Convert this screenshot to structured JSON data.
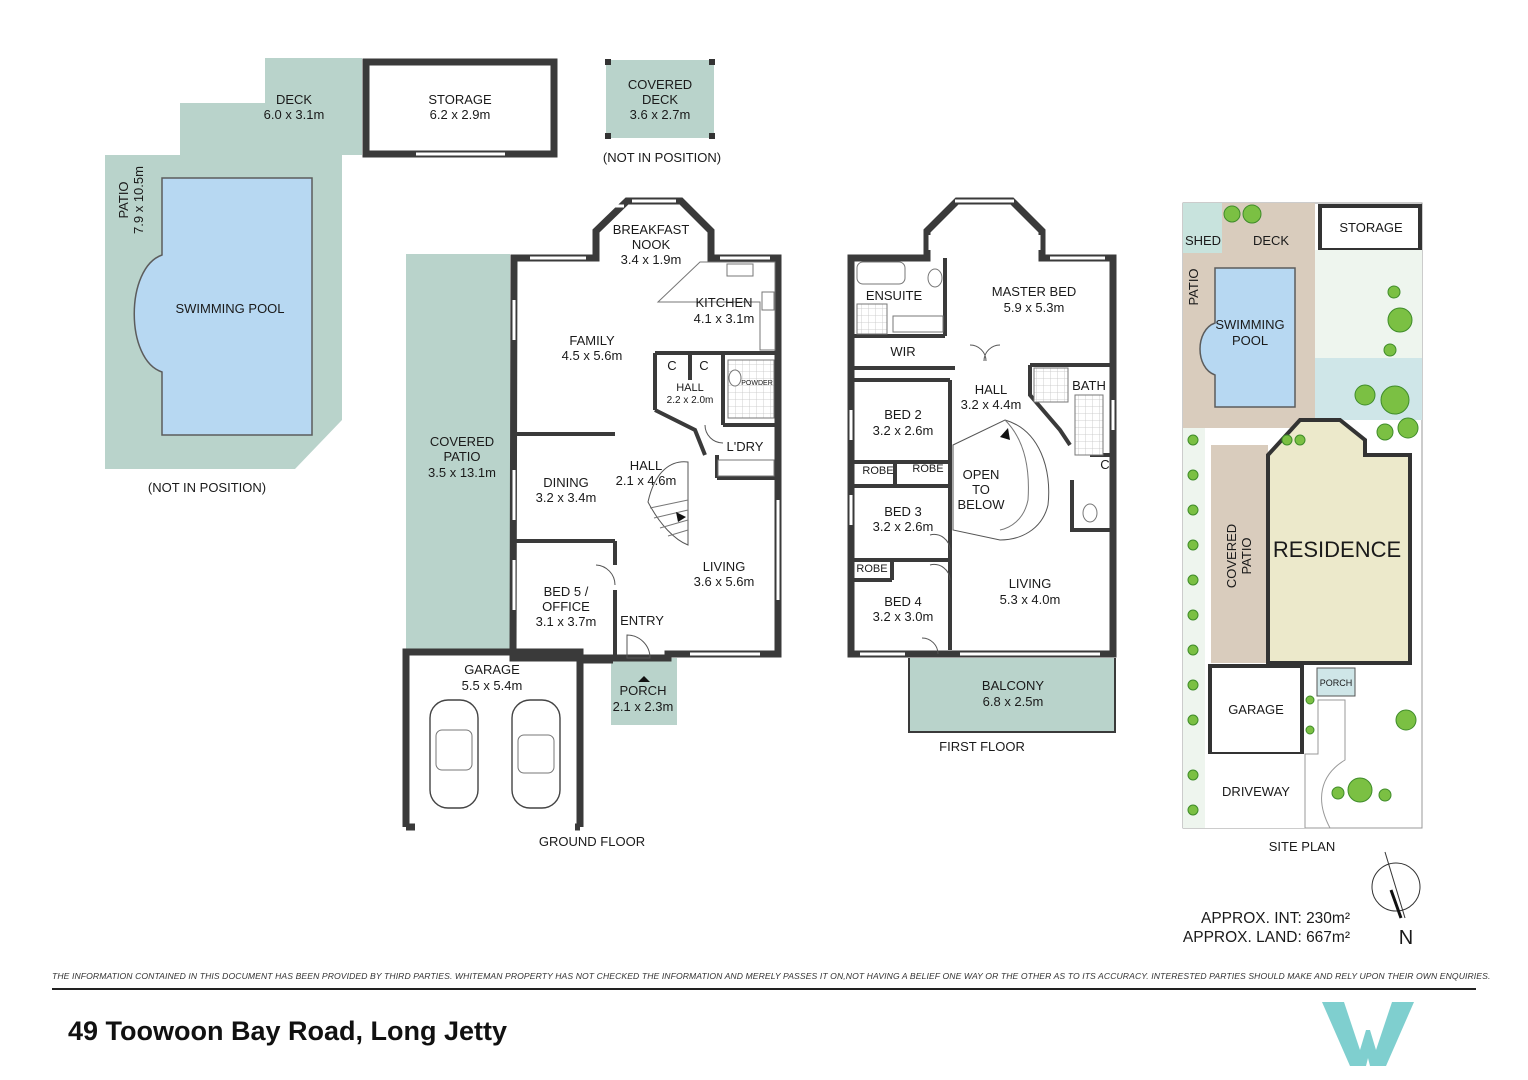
{
  "address": "49 Toowoon Bay Road, Long Jetty",
  "disclaimer": "THE INFORMATION CONTAINED IN THIS DOCUMENT HAS BEEN PROVIDED BY THIRD PARTIES. WHITEMAN PROPERTY HAS NOT CHECKED THE INFORMATION AND MERELY PASSES IT ON,NOT HAVING A BELIEF ONE WAY OR THE OTHER AS TO ITS ACCURACY. INTERESTED PARTIES SHOULD MAKE AND RELY UPON THEIR OWN ENQUIRIES.",
  "areas": {
    "internal": "APPROX. INT: 230m²",
    "land": "APPROX. LAND: 667m²"
  },
  "compass_label": "N",
  "brand_color": "#7fcfcf",
  "floors": {
    "ground": "GROUND FLOOR",
    "first": "FIRST FLOOR",
    "site": "SITE PLAN"
  },
  "outbuildings": {
    "deck": {
      "name": "DECK",
      "size": "6.0 x 3.1m"
    },
    "storage": {
      "name": "STORAGE",
      "size": "6.2 x 2.9m"
    },
    "covered_deck": {
      "name_1": "COVERED",
      "name_2": "DECK",
      "size": "3.6 x 2.7m",
      "note": "(NOT IN POSITION)"
    },
    "patio": {
      "name": "PATIO",
      "size": "7.9 x 10.5m"
    },
    "pool": {
      "name": "SWIMMING POOL",
      "note": "(NOT IN POSITION)"
    }
  },
  "ground_floor": {
    "breakfast_nook": {
      "name_1": "BREAKFAST",
      "name_2": "NOOK",
      "size": "3.4 x 1.9m"
    },
    "kitchen": {
      "name": "KITCHEN",
      "size": "4.1 x 3.1m"
    },
    "family": {
      "name": "FAMILY",
      "size": "4.5 x 5.6m"
    },
    "cupboard_1": "C",
    "cupboard_2": "C",
    "hall_small": {
      "name": "HALL",
      "size": "2.2 x 2.0m"
    },
    "powder": "POWDER",
    "laundry": "L'DRY",
    "covered_patio": {
      "name_1": "COVERED",
      "name_2": "PATIO",
      "size": "3.5 x 13.1m"
    },
    "dining": {
      "name": "DINING",
      "size": "3.2 x 3.4m"
    },
    "hall": {
      "name": "HALL",
      "size": "2.1 x 4.6m"
    },
    "living": {
      "name": "LIVING",
      "size": "3.6 x 5.6m"
    },
    "bed5": {
      "name_1": "BED 5 /",
      "name_2": "OFFICE",
      "size": "3.1 x 3.7m"
    },
    "entry": "ENTRY",
    "garage": {
      "name": "GARAGE",
      "size": "5.5 x 5.4m"
    },
    "porch": {
      "name": "PORCH",
      "size": "2.1 x 2.3m"
    }
  },
  "first_floor": {
    "ensuite": "ENSUITE",
    "master_bed": {
      "name": "MASTER BED",
      "size": "5.9 x 5.3m"
    },
    "wir": "WIR",
    "hall": {
      "name": "HALL",
      "size": "3.2 x 4.4m"
    },
    "bath": "BATH",
    "bed2": {
      "name": "BED 2",
      "size": "3.2 x 2.6m"
    },
    "robe_1": "ROBE",
    "robe_2": "ROBE",
    "robe_3": "ROBE",
    "open_to_below": {
      "line_1": "OPEN",
      "line_2": "TO",
      "line_3": "BELOW"
    },
    "cupboard": "C",
    "bed3": {
      "name": "BED 3",
      "size": "3.2 x 2.6m"
    },
    "bed4": {
      "name": "BED 4",
      "size": "3.2 x 3.0m"
    },
    "living": {
      "name": "LIVING",
      "size": "5.3 x 4.0m"
    },
    "balcony": {
      "name": "BALCONY",
      "size": "6.8 x 2.5m"
    }
  },
  "site_plan": {
    "shed": "SHED",
    "deck": "DECK",
    "storage": "STORAGE",
    "patio": "PATIO",
    "pool_1": "SWIMMING",
    "pool_2": "POOL",
    "covered_patio_1": "COVERED",
    "covered_patio_2": "PATIO",
    "residence": "RESIDENCE",
    "porch": "PORCH",
    "garage": "GARAGE",
    "driveway": "DRIVEWAY"
  }
}
